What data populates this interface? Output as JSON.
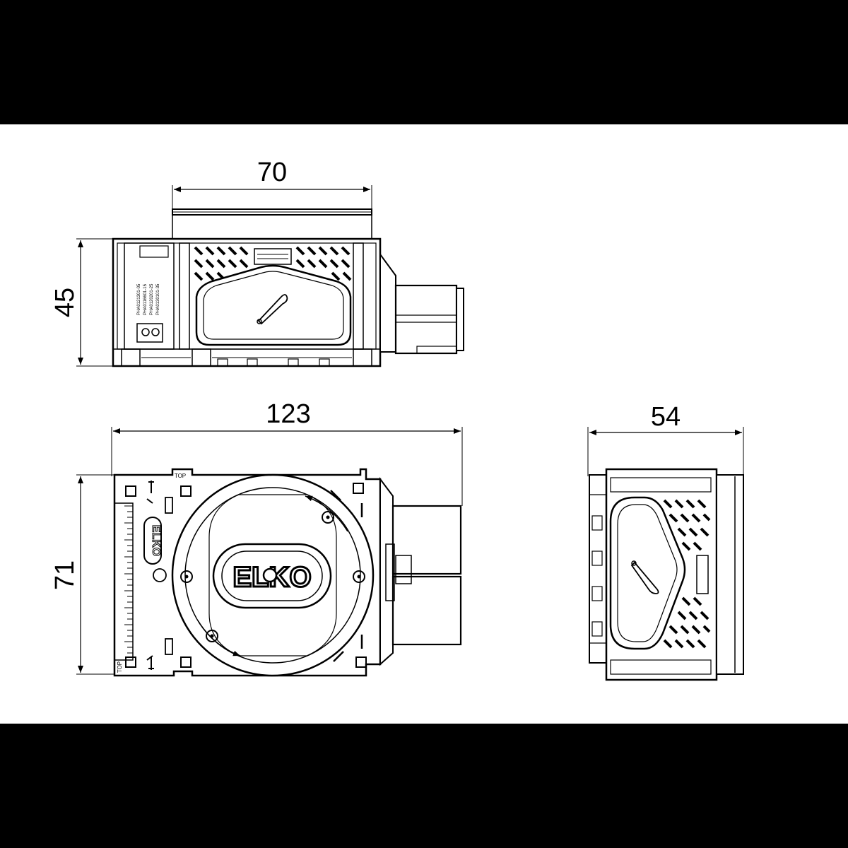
{
  "dimensions": {
    "top_width": "70",
    "top_height": "45",
    "front_width": "123",
    "front_height": "71",
    "side_width": "54"
  },
  "labels": {
    "top_mark_1": "TOP",
    "top_mark_2": "TOP",
    "brand": "ELKO",
    "part_numbers": [
      "PHA0121301-05",
      "PHA0116601-15",
      "PHA0120201-25",
      "PHA0130101-35"
    ]
  },
  "colors": {
    "frame": "#000000",
    "sheet": "#ffffff"
  }
}
